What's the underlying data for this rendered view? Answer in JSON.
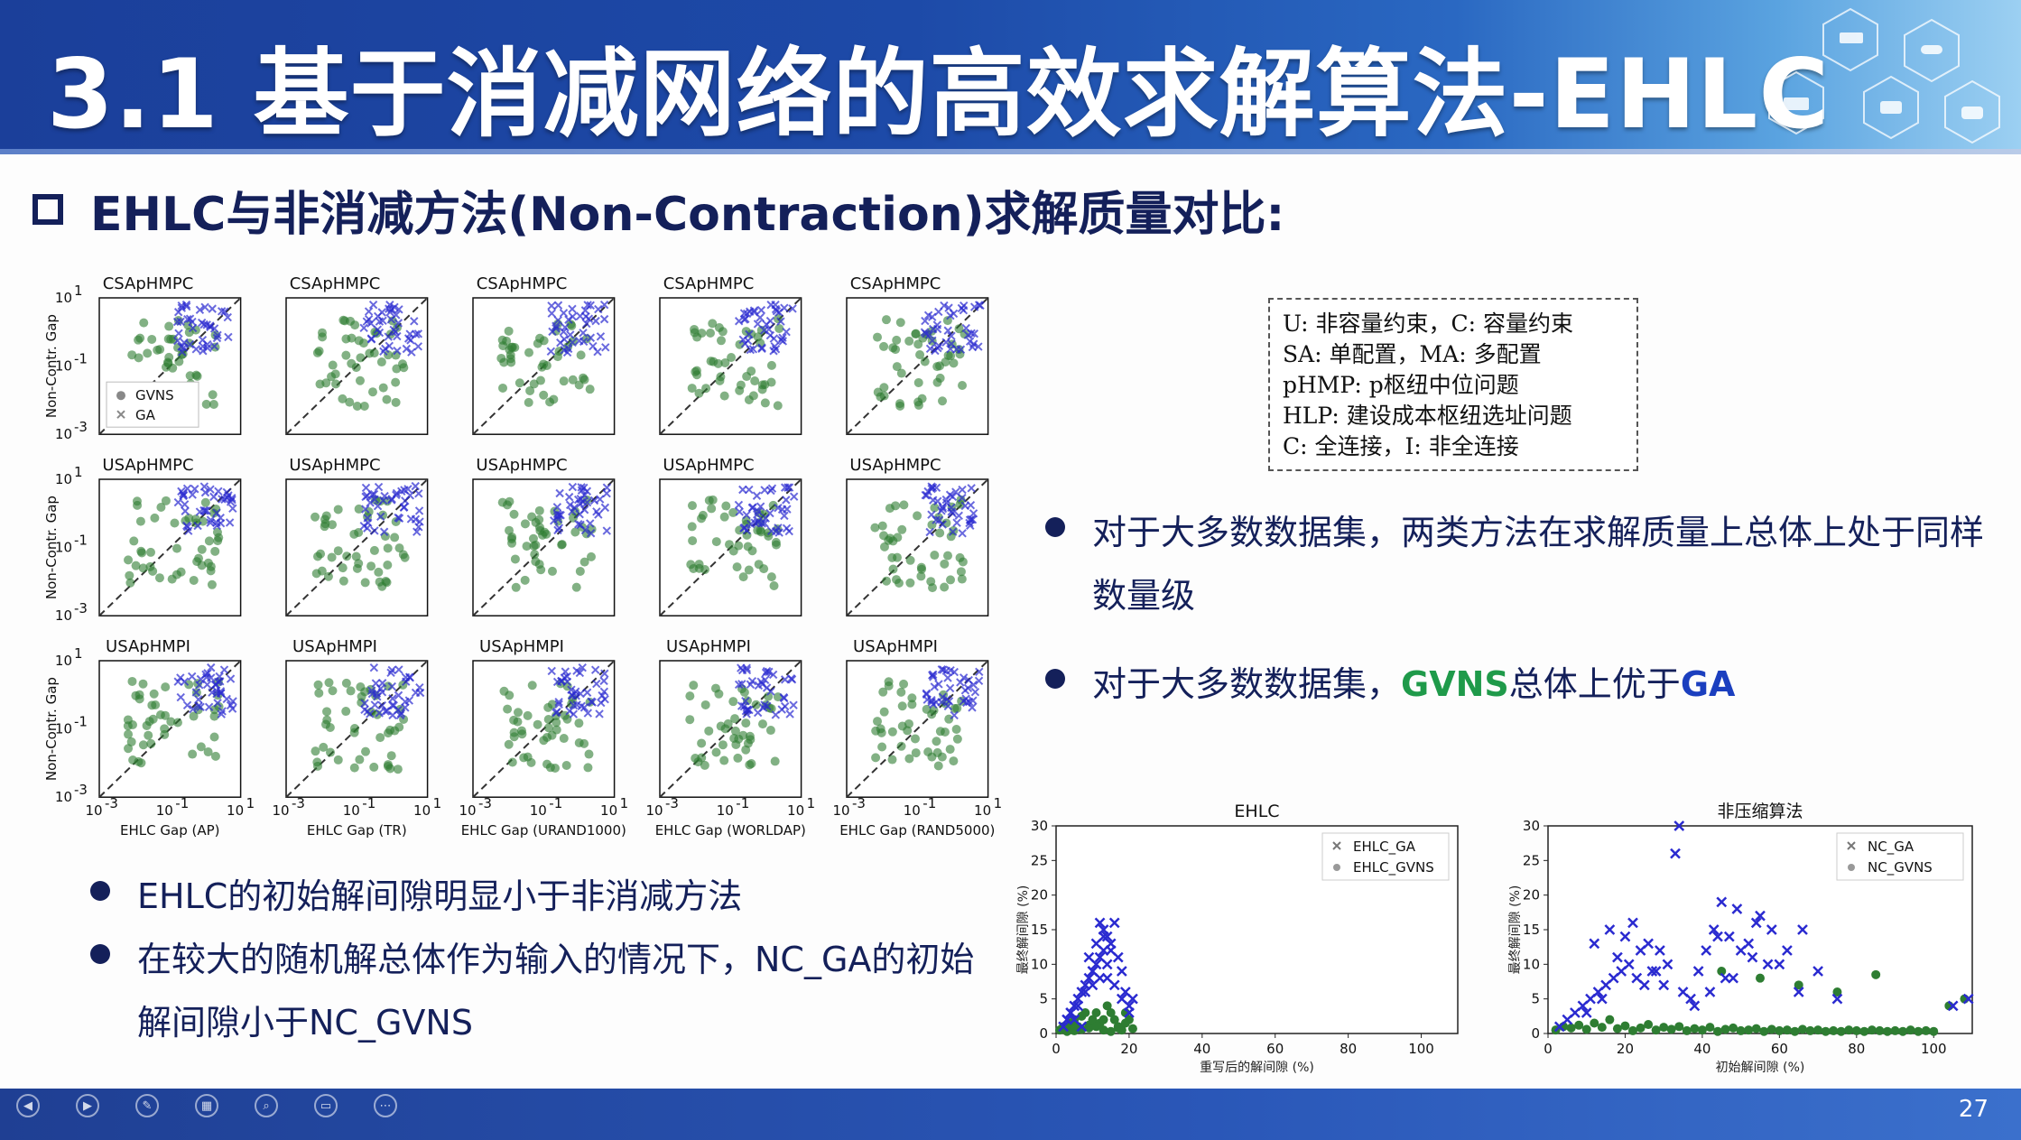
{
  "header": {
    "title": "3.1 基于消减网络的高效求解算法-EHLC"
  },
  "subtitle": "EHLC与非消减方法(Non-Contraction)求解质量对比:",
  "matrix": {
    "rows": [
      {
        "titles": [
          "CSApHMPC",
          "CSApHMPC",
          "CSApHMPC",
          "CSApHMPC",
          "CSApHMPC"
        ]
      },
      {
        "titles": [
          "USApHMPC",
          "USApHMPC",
          "USApHMPC",
          "USApHMPC",
          "USApHMPC"
        ]
      },
      {
        "titles": [
          "USApHMPI",
          "USApHMPI",
          "USApHMPI",
          "USApHMPI",
          "USApHMPI"
        ]
      }
    ],
    "ylabel": "Non-Contr. Gap",
    "xlabels": [
      "EHLC Gap (AP)",
      "EHLC Gap (TR)",
      "EHLC Gap (URAND1000)",
      "EHLC Gap (WORLDAP)",
      "EHLC Gap (RAND5000)"
    ],
    "ticks": [
      "10",
      "10",
      "10"
    ],
    "tick_exps": [
      "1",
      "-1",
      "-3"
    ],
    "legend": {
      "gvns": "GVNS",
      "ga": "GA"
    }
  },
  "notes": [
    "U: 非容量约束，C: 容量约束",
    "SA: 单配置，MA: 多配置",
    "pHMP: p枢纽中位问题",
    "HLP: 建设成本枢纽选址问题",
    "C: 全连接，I: 非全连接"
  ],
  "bullets_right": {
    "b1": "对于大多数数据集，两类方法在求解质量上总体上处于同样数量级",
    "b2_pre": "对于大多数数据集，",
    "b2_green": "GVNS",
    "b2_mid": "总体上优于",
    "b2_blue": "GA"
  },
  "bullets_left": {
    "b1": "EHLC的初始解间隙明显小于非消减方法",
    "b2": "在较大的随机解总体作为输入的情况下，NC_GA的初始解间隙小于NC_GVNS"
  },
  "chart_data": [
    {
      "type": "scatter",
      "title": "EHLC",
      "xlabel": "重写后的解间隙 (%)",
      "ylabel": "最终解间隙 (%)",
      "xlim": [
        0,
        110
      ],
      "ylim": [
        0,
        30
      ],
      "xticks": [
        0,
        20,
        40,
        60,
        80,
        100
      ],
      "yticks": [
        0,
        5,
        10,
        15,
        20,
        25,
        30
      ],
      "legend_position": "top-right",
      "series": [
        {
          "name": "EHLC_GA",
          "color": "#2a2ad0",
          "x": [
            2,
            3,
            4,
            5,
            6,
            7,
            8,
            9,
            10,
            11,
            12,
            13,
            14,
            15,
            16,
            17,
            18,
            19,
            20,
            21,
            4,
            6,
            8,
            10,
            12,
            14,
            9,
            11,
            13,
            15,
            12,
            13,
            10,
            14,
            16,
            18,
            20,
            5,
            7,
            3
          ],
          "y": [
            1,
            2,
            3,
            4,
            5,
            6,
            7,
            8,
            9,
            10,
            11,
            12,
            14,
            13,
            16,
            11,
            9,
            6,
            4,
            5,
            3,
            4,
            6,
            7,
            8,
            10,
            11,
            13,
            15,
            12,
            16,
            14,
            9,
            8,
            7,
            5,
            3,
            2,
            1,
            2
          ]
        },
        {
          "name": "EHLC_GVNS",
          "color": "#2e7d32",
          "x": [
            1,
            2,
            3,
            4,
            5,
            6,
            7,
            8,
            9,
            10,
            11,
            12,
            13,
            14,
            15,
            16,
            17,
            18,
            19,
            20,
            3,
            5,
            7,
            9,
            11,
            13,
            15,
            17,
            19,
            21
          ],
          "y": [
            0.5,
            1,
            0.8,
            1.5,
            2,
            1,
            2.5,
            3,
            1.2,
            2,
            3,
            1.5,
            2,
            4,
            3,
            2,
            1,
            0.5,
            3,
            2,
            0.3,
            0.4,
            0.6,
            0.8,
            1,
            0.5,
            0.3,
            0.8,
            1.5,
            0.7
          ]
        }
      ]
    },
    {
      "type": "scatter",
      "title": "非压缩算法",
      "xlabel": "初始解间隙 (%)",
      "ylabel": "最终解间隙 (%)",
      "xlim": [
        0,
        110
      ],
      "ylim": [
        0,
        30
      ],
      "xticks": [
        0,
        20,
        40,
        60,
        80,
        100
      ],
      "yticks": [
        0,
        5,
        10,
        15,
        20,
        25,
        30
      ],
      "legend_position": "top-right",
      "series": [
        {
          "name": "NC_GA",
          "color": "#2a2ad0",
          "x": [
            3,
            5,
            7,
            9,
            11,
            13,
            15,
            17,
            19,
            21,
            23,
            25,
            27,
            29,
            31,
            33,
            35,
            37,
            39,
            41,
            43,
            45,
            47,
            49,
            52,
            55,
            58,
            62,
            66,
            70,
            34,
            44,
            48,
            53,
            57,
            10,
            14,
            18,
            22,
            26,
            30,
            38,
            42,
            46,
            50,
            54,
            60,
            65,
            75,
            105,
            109,
            20,
            24,
            28,
            16,
            12
          ],
          "y": [
            1,
            2,
            3,
            4,
            5,
            6,
            7,
            8,
            9,
            10,
            8,
            7,
            9,
            12,
            10,
            26,
            6,
            5,
            9,
            12,
            15,
            19,
            14,
            18,
            13,
            17,
            15,
            12,
            15,
            9,
            30,
            14,
            8,
            11,
            10,
            3,
            5,
            11,
            16,
            13,
            7,
            4,
            6,
            8,
            12,
            16,
            10,
            6,
            5,
            4,
            5,
            14,
            12,
            9,
            15,
            13
          ]
        },
        {
          "name": "NC_GVNS",
          "color": "#2e7d32",
          "x": [
            2,
            4,
            6,
            8,
            10,
            12,
            14,
            16,
            18,
            20,
            22,
            24,
            26,
            28,
            30,
            32,
            34,
            36,
            38,
            40,
            42,
            44,
            46,
            48,
            50,
            52,
            54,
            56,
            58,
            60,
            62,
            64,
            66,
            68,
            70,
            72,
            74,
            76,
            78,
            80,
            82,
            84,
            86,
            88,
            90,
            92,
            94,
            96,
            98,
            100,
            104,
            108,
            45,
            55,
            65,
            75,
            85
          ],
          "y": [
            0.5,
            1,
            0.8,
            1.2,
            0.6,
            1.5,
            0.9,
            2,
            0.7,
            1.1,
            0.4,
            0.8,
            1.3,
            0.5,
            0.9,
            0.6,
            1,
            0.4,
            0.7,
            0.5,
            0.9,
            0.3,
            0.6,
            0.8,
            0.4,
            0.5,
            0.7,
            0.3,
            0.6,
            0.4,
            0.5,
            0.3,
            0.6,
            0.4,
            0.5,
            0.3,
            0.4,
            0.3,
            0.5,
            0.4,
            0.3,
            0.5,
            0.4,
            0.3,
            0.4,
            0.3,
            0.5,
            0.3,
            0.4,
            0.3,
            4,
            5,
            9,
            8,
            7,
            6,
            8.5
          ]
        }
      ]
    }
  ],
  "footer": {
    "page": "27"
  },
  "colors": {
    "navy": "#14205a",
    "header": "#1d4aa8",
    "gvns": "#2e7d32",
    "ga": "#2a2ad0"
  }
}
